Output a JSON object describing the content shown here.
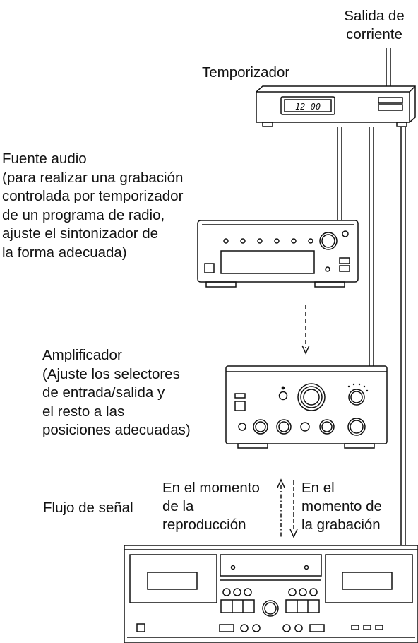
{
  "labels": {
    "power_outlet": "Salida de\ncorriente",
    "timer": "Temporizador",
    "audio_source": "Fuente audio\n(para realizar una grabación\ncontrolada por temporizador\nde un programa de radio,\najuste el sintonizador de\nla forma adecuada)",
    "amplifier": "Amplificador\n(Ajuste los selectores\nde entrada/salida y\nel resto a las\nposiciones adecuadas)",
    "signal_flow": "Flujo de señal",
    "playback_moment": "En el momento\nde la\nreproducción",
    "recording_moment": "En el\nmomento de\nla grabación"
  },
  "devices": {
    "timer_display": "12 00"
  }
}
